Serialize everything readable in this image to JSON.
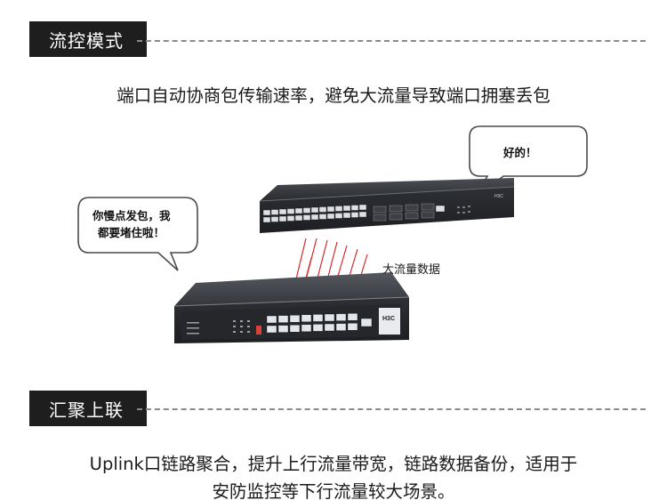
{
  "section1": {
    "title": "流控模式",
    "description": "端口自动协商包传输速率，避免大流量导致端口拥塞丢包"
  },
  "illustration": {
    "right_bubble_text": "好的！",
    "left_bubble_line1": "你慢点发包，我",
    "left_bubble_line2": "都要堵住啦！",
    "flow_label": "大流量数据",
    "top_switch_brand": "H3C",
    "bottom_switch_brand": "H3C"
  },
  "section2": {
    "title": "汇聚上联",
    "description_line1": "Uplink口链路聚合，提升上行流量带宽，链路数据备份，适用于",
    "description_line2": "安防监控等下行流量较大场景。"
  },
  "colors": {
    "header_bg": "#1e1e1e",
    "arrow_red": "#d42a2a",
    "switch_dark": "#2b2d31"
  }
}
